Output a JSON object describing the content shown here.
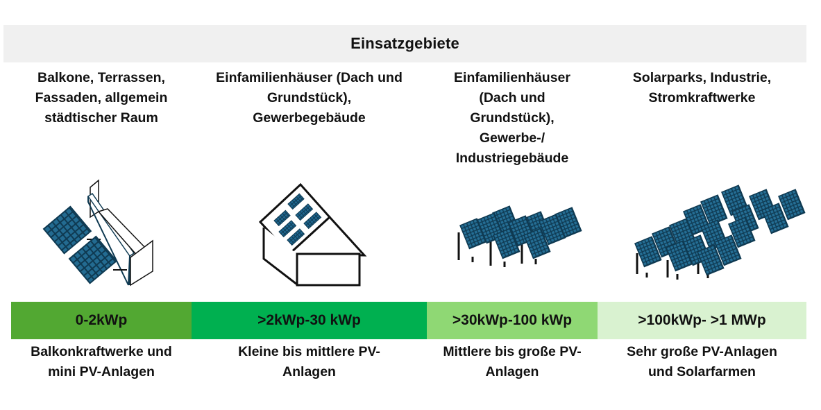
{
  "header": {
    "title": "Einsatzgebiete"
  },
  "columns": [
    {
      "area_lines": [
        "Balkone, Terrassen,",
        "Fassaden, allgemein",
        "städtischer Raum"
      ],
      "icon": "balcony-solar-icon",
      "range": "0-2kWp",
      "range_color": "#52a832",
      "desc_lines": [
        "Balkonkraftwerke und",
        "mini PV-Anlagen"
      ]
    },
    {
      "area_lines": [
        "Einfamilienhäuser (Dach und",
        "Grundstück),",
        "Gewerbegebäude"
      ],
      "icon": "house-roof-solar-icon",
      "range": ">2kWp-30 kWp",
      "range_color": "#00b050",
      "desc_lines": [
        "Kleine bis mittlere PV-",
        "Anlagen"
      ]
    },
    {
      "area_lines": [
        "Einfamilienhäuser",
        "(Dach und",
        "Grundstück),",
        "Gewerbe-/",
        "Industriegebäude"
      ],
      "icon": "solar-array-medium-icon",
      "range": ">30kWp-100 kWp",
      "range_color": "#8fd874",
      "desc_lines": [
        "Mittlere bis große PV-",
        "Anlagen"
      ]
    },
    {
      "area_lines": [
        "Solarparks, Industrie,",
        "Stromkraftwerke"
      ],
      "icon": "solar-park-large-icon",
      "range": ">100kWp- >1 MWp",
      "range_color": "#d9f2d0",
      "desc_lines": [
        "Sehr große PV-Anlagen",
        "und Solarfarmen"
      ]
    }
  ],
  "colors": {
    "header_bg": "#f0f0f0",
    "panel_fill": "#1b5e82",
    "panel_dark": "#0f3a52",
    "panel_cell": "#256f96"
  }
}
